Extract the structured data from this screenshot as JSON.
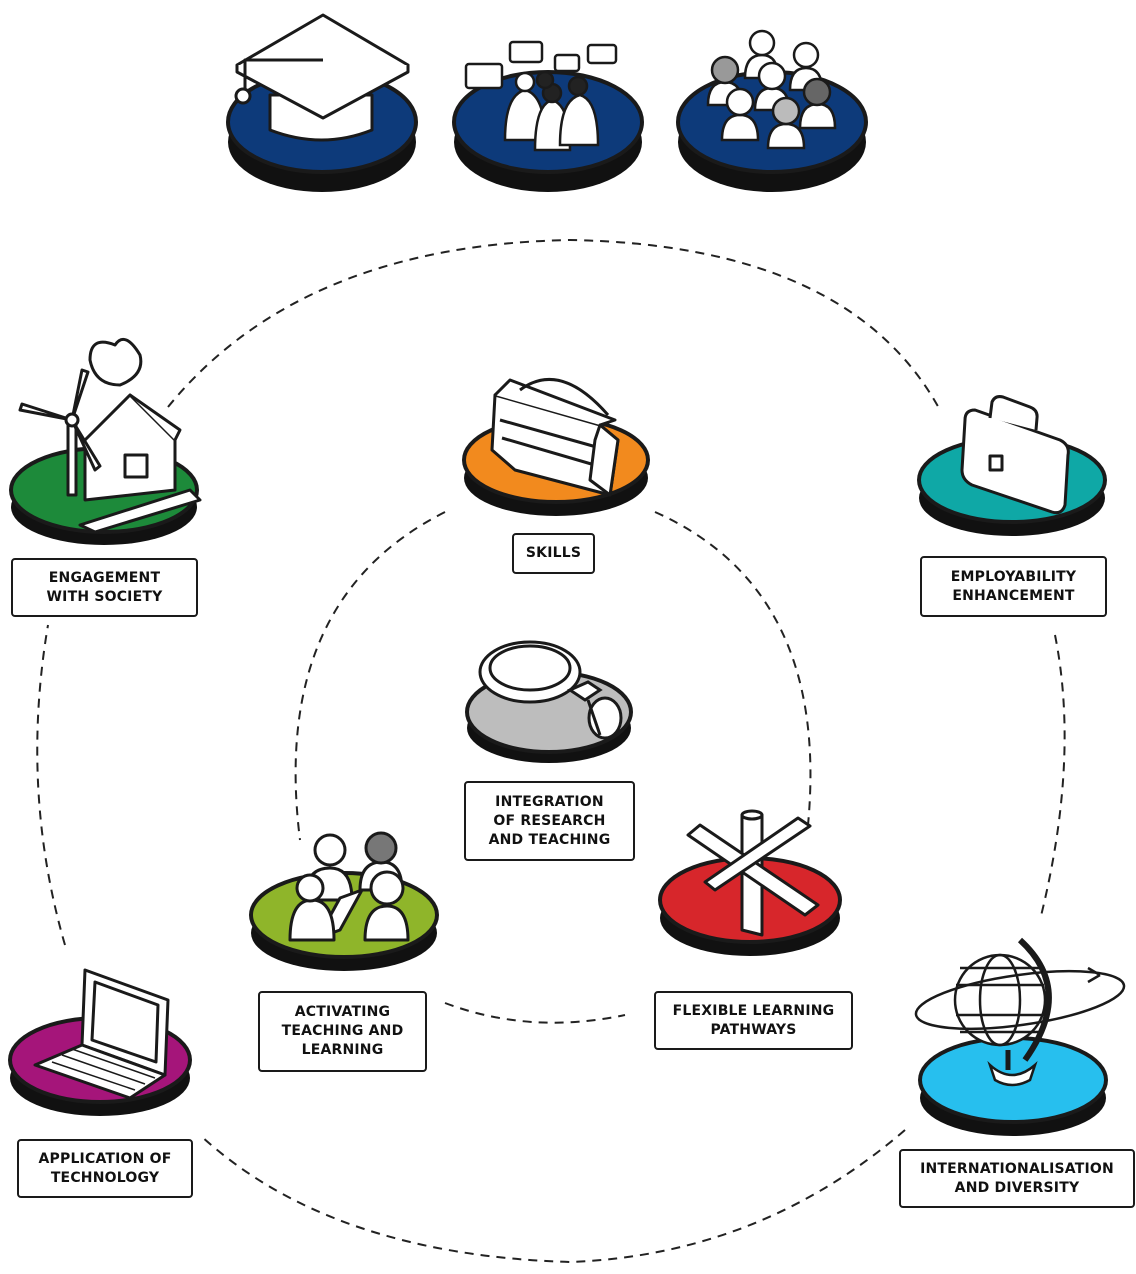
{
  "colors": {
    "top": "#0d3a7a",
    "engagement": "#1d8a3a",
    "skills": "#f28a1e",
    "employability": "#0fa8a6",
    "research": "#bdbdbd",
    "activating": "#8fb52a",
    "flexible": "#d7262b",
    "technology": "#a5157a",
    "international": "#27bfee",
    "outline": "#1a1a1a",
    "plate_side": "#111111"
  },
  "top_icons": [
    {
      "name": "graduation-cap-icon"
    },
    {
      "name": "discussion-group-icon"
    },
    {
      "name": "student-crowd-icon"
    }
  ],
  "nodes": [
    {
      "id": "engagement",
      "label": "ENGAGEMENT\nWITH SOCIETY",
      "icon": "windmill-house-icon"
    },
    {
      "id": "skills",
      "label": "SKILLS",
      "icon": "toolbox-icon"
    },
    {
      "id": "employability",
      "label": "EMPLOYABILITY\nENHANCEMENT",
      "icon": "briefcase-icon"
    },
    {
      "id": "research",
      "label": "INTEGRATION\nOF RESEARCH\nAND TEACHING",
      "icon": "magnifying-glass-icon"
    },
    {
      "id": "activating",
      "label": "ACTIVATING\nTEACHING AND\nLEARNING",
      "icon": "study-group-laptop-icon"
    },
    {
      "id": "flexible",
      "label": "FLEXIBLE LEARNING\nPATHWAYS",
      "icon": "signpost-icon"
    },
    {
      "id": "technology",
      "label": "APPLICATION OF\nTECHNOLOGY",
      "icon": "laptop-icon"
    },
    {
      "id": "international",
      "label": "INTERNATIONALISATION\nAND DIVERSITY",
      "icon": "globe-icon"
    }
  ]
}
